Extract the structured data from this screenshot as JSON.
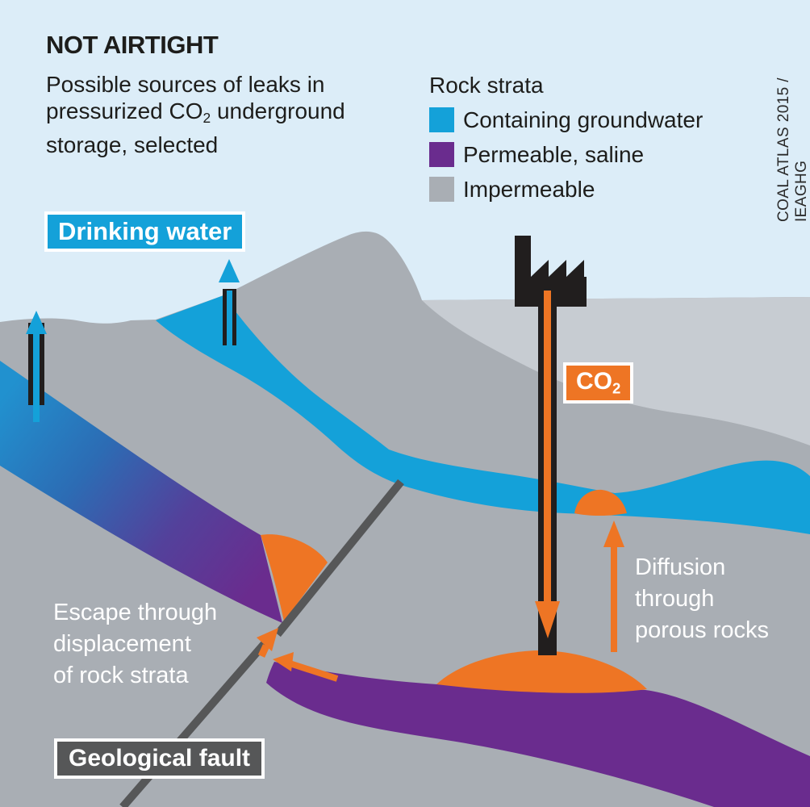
{
  "header": {
    "title": "NOT AIRTIGHT",
    "subtitle_line1": "Possible sources of leaks in",
    "subtitle_line2_pre": "pressurized CO",
    "subtitle_line2_sub": "2",
    "subtitle_line2_post": " underground",
    "subtitle_line3": "storage, selected"
  },
  "legend": {
    "heading": "Rock strata",
    "items": [
      {
        "label": "Containing groundwater",
        "color": "#14a1d9"
      },
      {
        "label": "Permeable, saline",
        "color": "#6a2c8e"
      },
      {
        "label": "Impermeable",
        "color": "#a9aeb4"
      }
    ]
  },
  "credit": "COAL ATLAS 2015 / IEAGHG",
  "labels": {
    "drinking_water": "Drinking water",
    "co2_main": "CO",
    "co2_sub": "2",
    "geological_fault": "Geological fault"
  },
  "notes": {
    "diffusion": "Diffusion\nthrough\nporous rocks",
    "escape": "Escape through\ndisplacement\nof rock strata"
  },
  "colors": {
    "sky": "#dcedf8",
    "rock_impermeable": "#a9aeb4",
    "rock_impermeable_light": "#c7ccd2",
    "groundwater_blue": "#14a1d9",
    "saline_purple": "#6a2c8e",
    "co2_orange": "#ee7524",
    "fault_gray": "#565758",
    "well_black": "#211e1e"
  }
}
